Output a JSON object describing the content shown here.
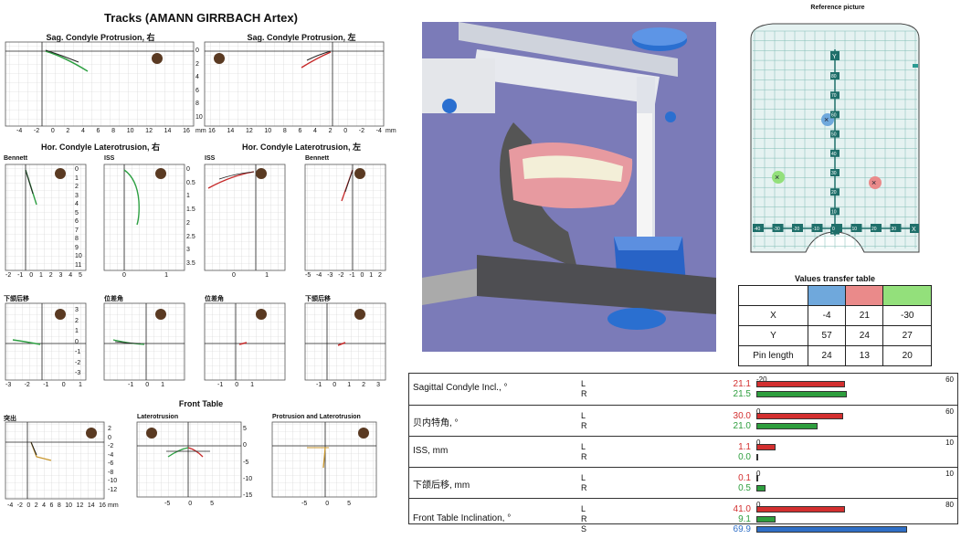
{
  "main_title": "Tracks (AMANN GIRRBACH Artex)",
  "sections": {
    "sag_right": "Sag. Condyle Protrusion, 右",
    "sag_left": "Sag. Condyle Protrusion, 左",
    "hor_right": "Hor. Condyle Laterotrusion, 右",
    "hor_left": "Hor. Condyle Laterotrusion, 左",
    "front_table": "Front Table"
  },
  "subcharts": {
    "bennett": "Bennett",
    "iss": "ISS",
    "xiahe": "下颌后移",
    "weicha": "位差角",
    "tuchu": "突出",
    "laterotrusion": "Laterotrusion",
    "prot_lat": "Protrusion and Laterotrusion"
  },
  "units": "mm",
  "sag_right_xticks": [
    "-4",
    "-2",
    "0",
    "2",
    "4",
    "6",
    "8",
    "10",
    "12",
    "14",
    "16"
  ],
  "sag_right_yticks": [
    "0",
    "2",
    "4",
    "6",
    "8",
    "10"
  ],
  "sag_left_xticks": [
    "16",
    "14",
    "12",
    "10",
    "8",
    "6",
    "4",
    "2",
    "0",
    "-2",
    "-4"
  ],
  "bennett_xticks": [
    "-2",
    "-1",
    "0",
    "1",
    "2",
    "3",
    "4",
    "5"
  ],
  "bennett_yticks": [
    "0",
    "1",
    "2",
    "3",
    "4",
    "5",
    "6",
    "7",
    "8",
    "9",
    "10",
    "11"
  ],
  "iss_xticks": [
    "0",
    "1"
  ],
  "iss_yticks": [
    "0",
    "0.5",
    "1",
    "1.5",
    "2",
    "2.5",
    "3",
    "3.5"
  ],
  "bennett_l_xticks": [
    "-5",
    "-4",
    "-3",
    "-2",
    "-1",
    "0",
    "1",
    "2"
  ],
  "xiahe_xticks": [
    "-3",
    "-2",
    "-1",
    "0",
    "1"
  ],
  "xiahe_yticks": [
    "3",
    "2",
    "1",
    "0",
    "-1",
    "-2",
    "-3"
  ],
  "weicha_xticks": [
    "-1",
    "0",
    "1"
  ],
  "xiahe_l_xticks": [
    "-1",
    "0",
    "1",
    "2",
    "3"
  ],
  "ft_tuchu_xticks": [
    "-4",
    "-2",
    "0",
    "2",
    "4",
    "6",
    "8",
    "10",
    "12",
    "14",
    "16"
  ],
  "ft_tuchu_yticks": [
    "2",
    "0",
    "-2",
    "-4",
    "-6",
    "-8",
    "-10",
    "-12"
  ],
  "ft_lat_xticks": [
    "-5",
    "0",
    "5"
  ],
  "ft_lat_yticks": [
    "5",
    "0",
    "-5",
    "-10",
    "-15"
  ],
  "ft_prot_xticks": [
    "-5",
    "0",
    "5"
  ],
  "reference": {
    "title": "Reference picture",
    "y_label": "Y",
    "x_label": "X",
    "y_ticks": [
      "80",
      "70",
      "60",
      "50",
      "40",
      "30",
      "20",
      "10",
      "0"
    ],
    "x_ticks": [
      "-40",
      "-30",
      "-20",
      "-10",
      "0",
      "10",
      "20",
      "30"
    ]
  },
  "values_table": {
    "title": "Values transfer table",
    "colors": [
      "#6fa8dc",
      "#ea8a8a",
      "#93e07b"
    ],
    "rows": [
      {
        "label": "X",
        "values": [
          "-4",
          "21",
          "-30"
        ]
      },
      {
        "label": "Y",
        "values": [
          "57",
          "24",
          "27"
        ]
      },
      {
        "label": "Pin length",
        "values": [
          "24",
          "13",
          "20"
        ]
      }
    ]
  },
  "params": [
    {
      "name": "Sagittal Condyle Incl., °",
      "min": "-20",
      "max": "60",
      "rows": [
        {
          "side": "L",
          "value": "21.1",
          "color": "#d32f2f",
          "frac": 0.51
        },
        {
          "side": "R",
          "value": "21.5",
          "color": "#2e9e3e",
          "frac": 0.52
        }
      ]
    },
    {
      "name": "贝内特角, °",
      "min": "0",
      "max": "60",
      "rows": [
        {
          "side": "L",
          "value": "30.0",
          "color": "#d32f2f",
          "frac": 0.5
        },
        {
          "side": "R",
          "value": "21.0",
          "color": "#2e9e3e",
          "frac": 0.35
        }
      ]
    },
    {
      "name": "ISS, mm",
      "min": "0",
      "max": "10",
      "rows": [
        {
          "side": "L",
          "value": "1.1",
          "color": "#d32f2f",
          "frac": 0.11
        },
        {
          "side": "R",
          "value": "0.0",
          "color": "#2e9e3e",
          "frac": 0.0
        }
      ]
    },
    {
      "name": "下颌后移, mm",
      "min": "0",
      "max": "10",
      "rows": [
        {
          "side": "L",
          "value": "0.1",
          "color": "#d32f2f",
          "frac": 0.01
        },
        {
          "side": "R",
          "value": "0.5",
          "color": "#2e9e3e",
          "frac": 0.05
        }
      ]
    },
    {
      "name": "Front Table Inclination, °",
      "min": "0",
      "max": "80",
      "rows": [
        {
          "side": "L",
          "value": "41.0",
          "color": "#d32f2f",
          "frac": 0.51
        },
        {
          "side": "R",
          "value": "9.1",
          "color": "#2e9e3e",
          "frac": 0.11
        },
        {
          "side": "S",
          "value": "69.9",
          "color": "#2f6fc7",
          "frac": 0.87
        }
      ]
    }
  ]
}
